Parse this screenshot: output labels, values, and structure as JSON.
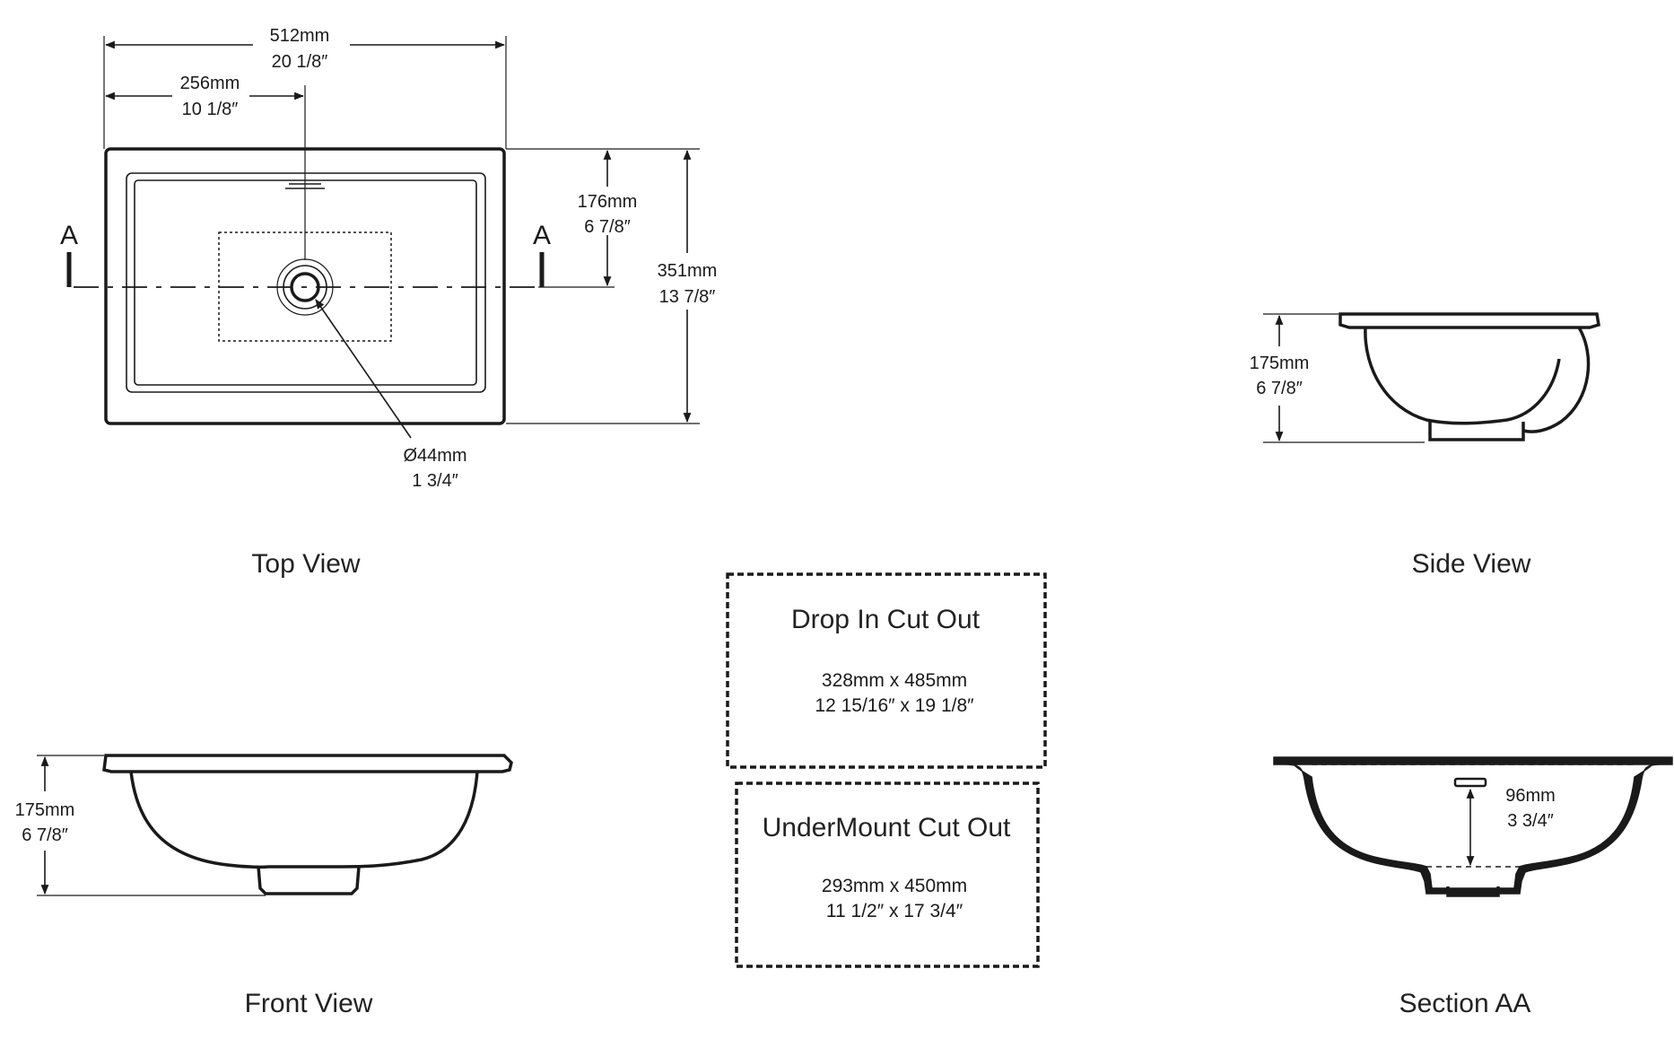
{
  "views": {
    "top": "Top View",
    "side": "Side View",
    "front": "Front View",
    "section": "Section AA"
  },
  "section_marker": "A",
  "dimensions": {
    "overall_width_mm": "512mm",
    "overall_width_in": "20 1/8″",
    "half_width_mm": "256mm",
    "half_width_in": "10 1/8″",
    "half_depth_mm": "176mm",
    "half_depth_in": "6 7/8″",
    "overall_depth_mm": "351mm",
    "overall_depth_in": "13 7/8″",
    "drain_mm": "Ø44mm",
    "drain_in": "1 3/4″",
    "side_height_mm": "175mm",
    "side_height_in": "6 7/8″",
    "front_height_mm": "175mm",
    "front_height_in": "6 7/8″",
    "bowl_depth_mm": "96mm",
    "bowl_depth_in": "3 3/4″"
  },
  "cutouts": {
    "drop_in": {
      "title": "Drop In Cut Out",
      "metric": "328mm x 485mm",
      "imperial": "12 15/16″ x 19 1/8″"
    },
    "undermount": {
      "title": "UnderMount Cut Out",
      "metric": "293mm x 450mm",
      "imperial": "11 1/2″ x 17 3/4″"
    }
  }
}
